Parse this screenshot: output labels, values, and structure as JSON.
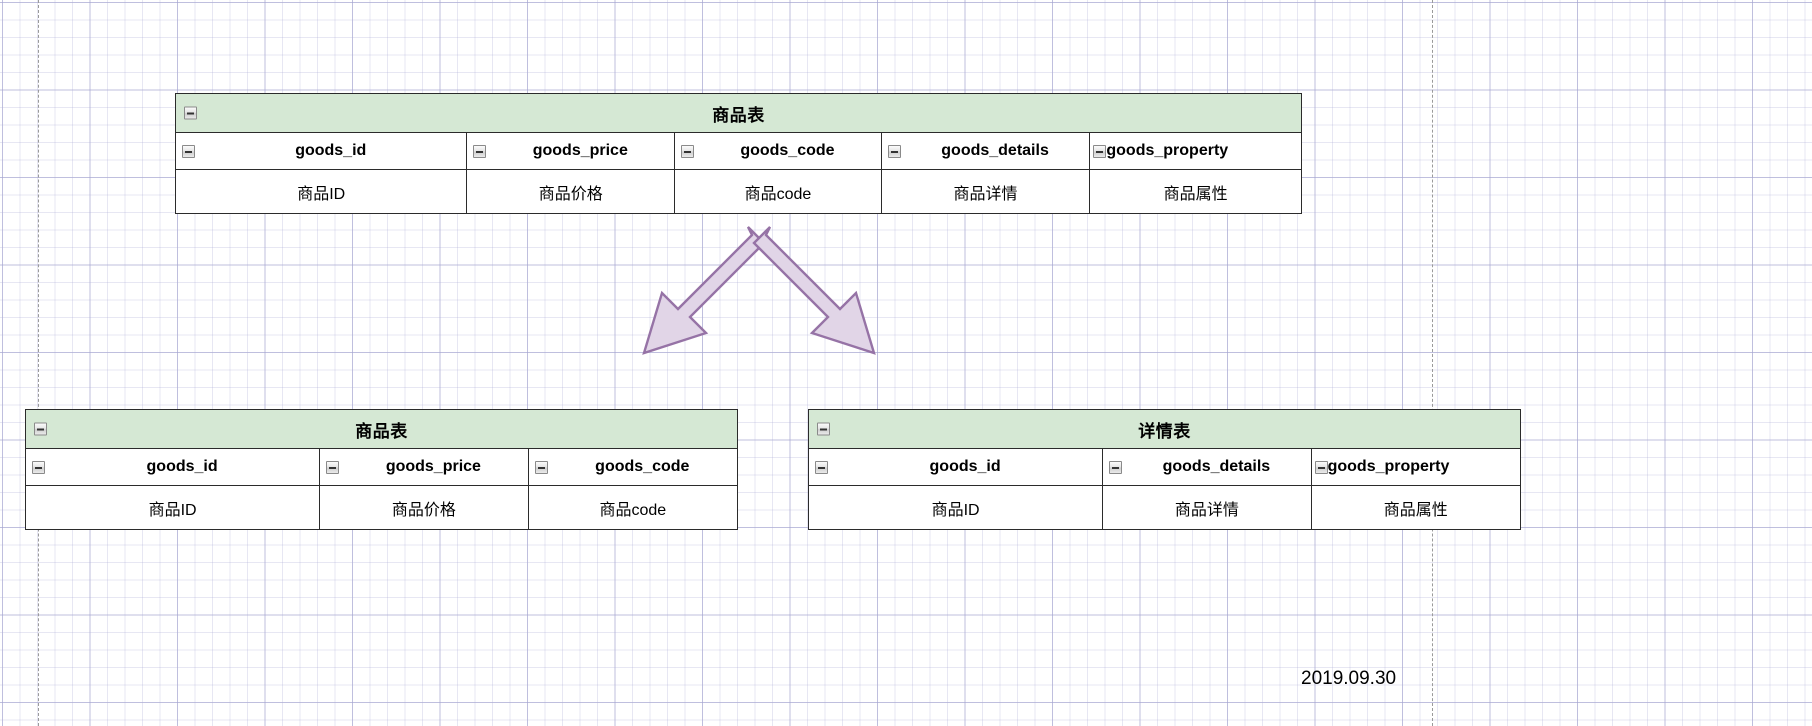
{
  "diagram": {
    "date_caption": "2019.09.30",
    "header_fill": "#d5e8d4",
    "border_color": "#2b2b2b",
    "arrow_fill": "#e1d5e7",
    "arrow_stroke": "#9673a6",
    "icons": {
      "collapse": "collapse-minus-icon"
    }
  },
  "tables": {
    "source": {
      "title": "商品表",
      "columns": [
        {
          "name": "goods_id",
          "value": "商品ID"
        },
        {
          "name": "goods_price",
          "value": "商品价格"
        },
        {
          "name": "goods_code",
          "value": "商品code"
        },
        {
          "name": "goods_details",
          "value": "商品详情"
        },
        {
          "name": "goods_property",
          "value": "商品属性"
        }
      ]
    },
    "goods": {
      "title": "商品表",
      "columns": [
        {
          "name": "goods_id",
          "value": "商品ID"
        },
        {
          "name": "goods_price",
          "value": "商品价格"
        },
        {
          "name": "goods_code",
          "value": "商品code"
        }
      ]
    },
    "details": {
      "title": "详情表",
      "columns": [
        {
          "name": "goods_id",
          "value": "商品ID"
        },
        {
          "name": "goods_details",
          "value": "商品详情"
        },
        {
          "name": "goods_property",
          "value": "商品属性"
        }
      ]
    }
  }
}
